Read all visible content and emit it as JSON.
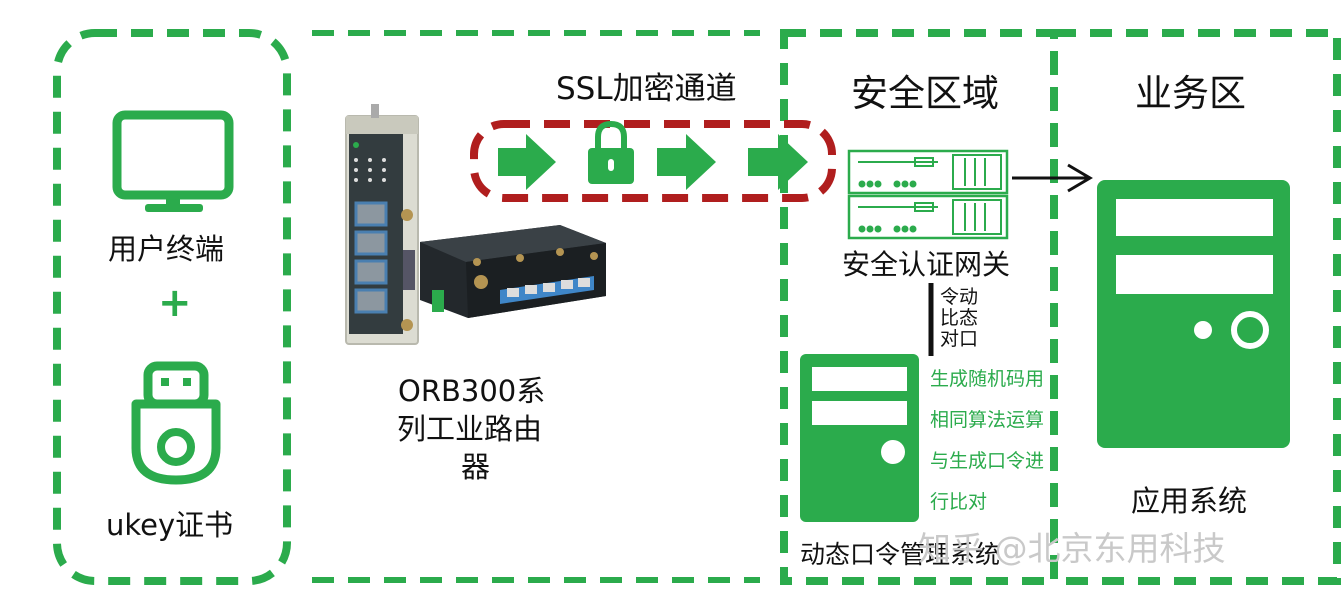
{
  "colors": {
    "green": "#2bab4c",
    "dark_green": "#1f9a3f",
    "red_dash": "#b01e1e",
    "black": "#111111",
    "watermark": "#c9c9c9"
  },
  "terminal": {
    "label": "用户终端",
    "plus": "+",
    "ukey_label": "ukey证书",
    "icons": [
      "monitor-icon",
      "usb-key-icon"
    ]
  },
  "router": {
    "label_lines": [
      "ORB300系",
      "列工业路由",
      "器"
    ]
  },
  "tunnel": {
    "label": "SSL加密通道",
    "icons": [
      "arrow-right-icon",
      "lock-icon",
      "arrow-right-icon",
      "arrow-right-icon"
    ]
  },
  "security_zone": {
    "title": "安全区域",
    "gateway_label": "安全认证网关",
    "otp_compare_lines": [
      "令动",
      "比态",
      "对口"
    ],
    "otp_steps": [
      "生成随机码用",
      "相同算法运算",
      "与生成口令进",
      "行比对"
    ],
    "otp_server_label": "动态口令管理系统"
  },
  "business_zone": {
    "title": "业务区",
    "app_label": "应用系统"
  },
  "watermark": "知乎 @北京东用科技"
}
